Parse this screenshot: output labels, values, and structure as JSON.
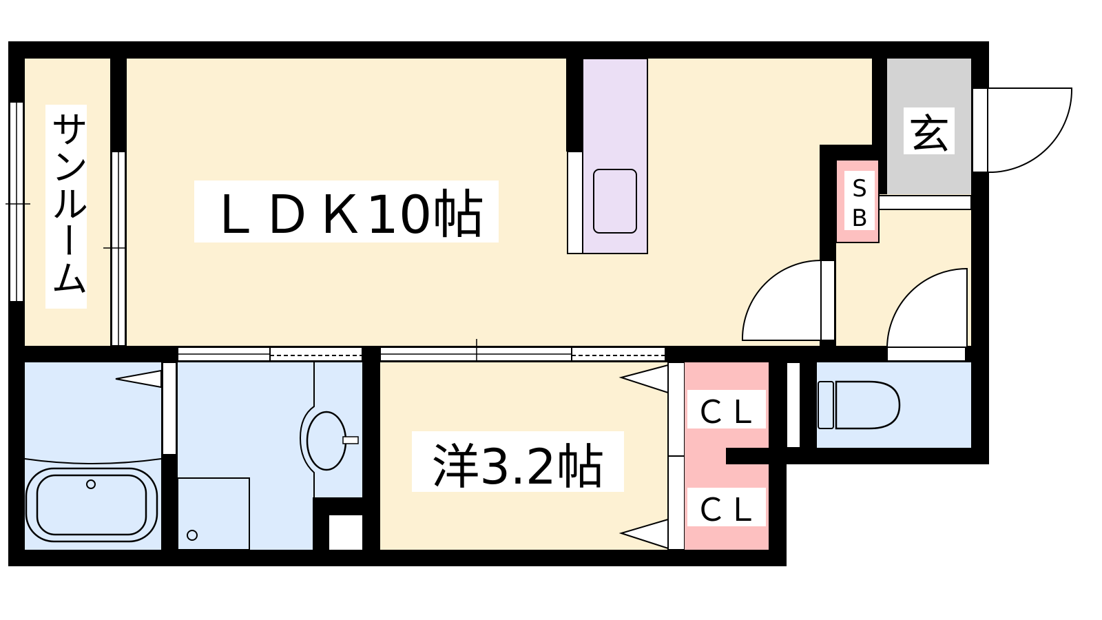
{
  "rooms": {
    "ldk": {
      "label": "ＬＤＫ10帖"
    },
    "sunroom": {
      "label": "サンルーム"
    },
    "western": {
      "label": "洋3.2帖"
    },
    "entrance": {
      "label": "玄"
    },
    "shoe_box": {
      "label_top": "S",
      "label_bottom": "B"
    },
    "closet_upper": {
      "label": "ＣＬ"
    },
    "closet_lower": {
      "label": "ＣＬ"
    }
  },
  "colors": {
    "floor": "#fdf1d3",
    "wet": "#dcebfd",
    "storage": "#fdc0c0",
    "entrance": "#d3d3d3",
    "kitchen": "#ebdff5",
    "wall": "#000000"
  }
}
